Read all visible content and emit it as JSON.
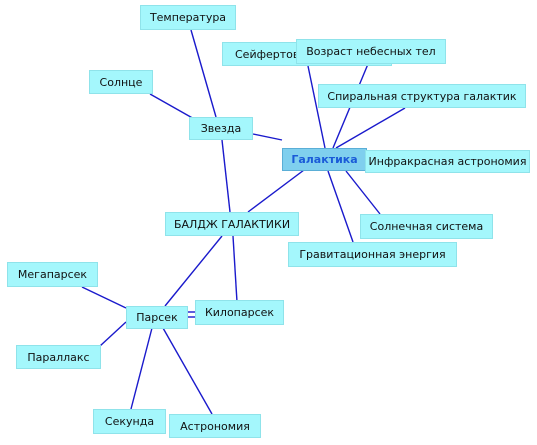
{
  "diagram": {
    "colors": {
      "edge": "#1a1acc",
      "node_fill": "#a4f7fc",
      "root_fill": "#2255cc",
      "hub_fill": "#7fcfee",
      "hub_text": "#1a5bd8"
    },
    "nodes": {
      "root": "БАЛДЖ ГАЛАКТИКИ",
      "galaktika": "Галактика",
      "zvezda": "Звезда",
      "parsek": "Парсек",
      "kiloparsek": "Килопарсек",
      "temperatura": "Температура",
      "solntse": "Солнце",
      "seyfert": "Сейфертовские галактики",
      "vozrast": "Возраст небесных тел",
      "spiral": "Спиральная структура галактик",
      "infrared": "Инфракрасная астрономия",
      "solar": "Солнечная система",
      "gravity": "Гравитационная энергия",
      "megaparsek": "Мегапарсек",
      "parallaks": "Параллакс",
      "sekunda": "Секунда",
      "astronomiya": "Астрономия"
    }
  }
}
